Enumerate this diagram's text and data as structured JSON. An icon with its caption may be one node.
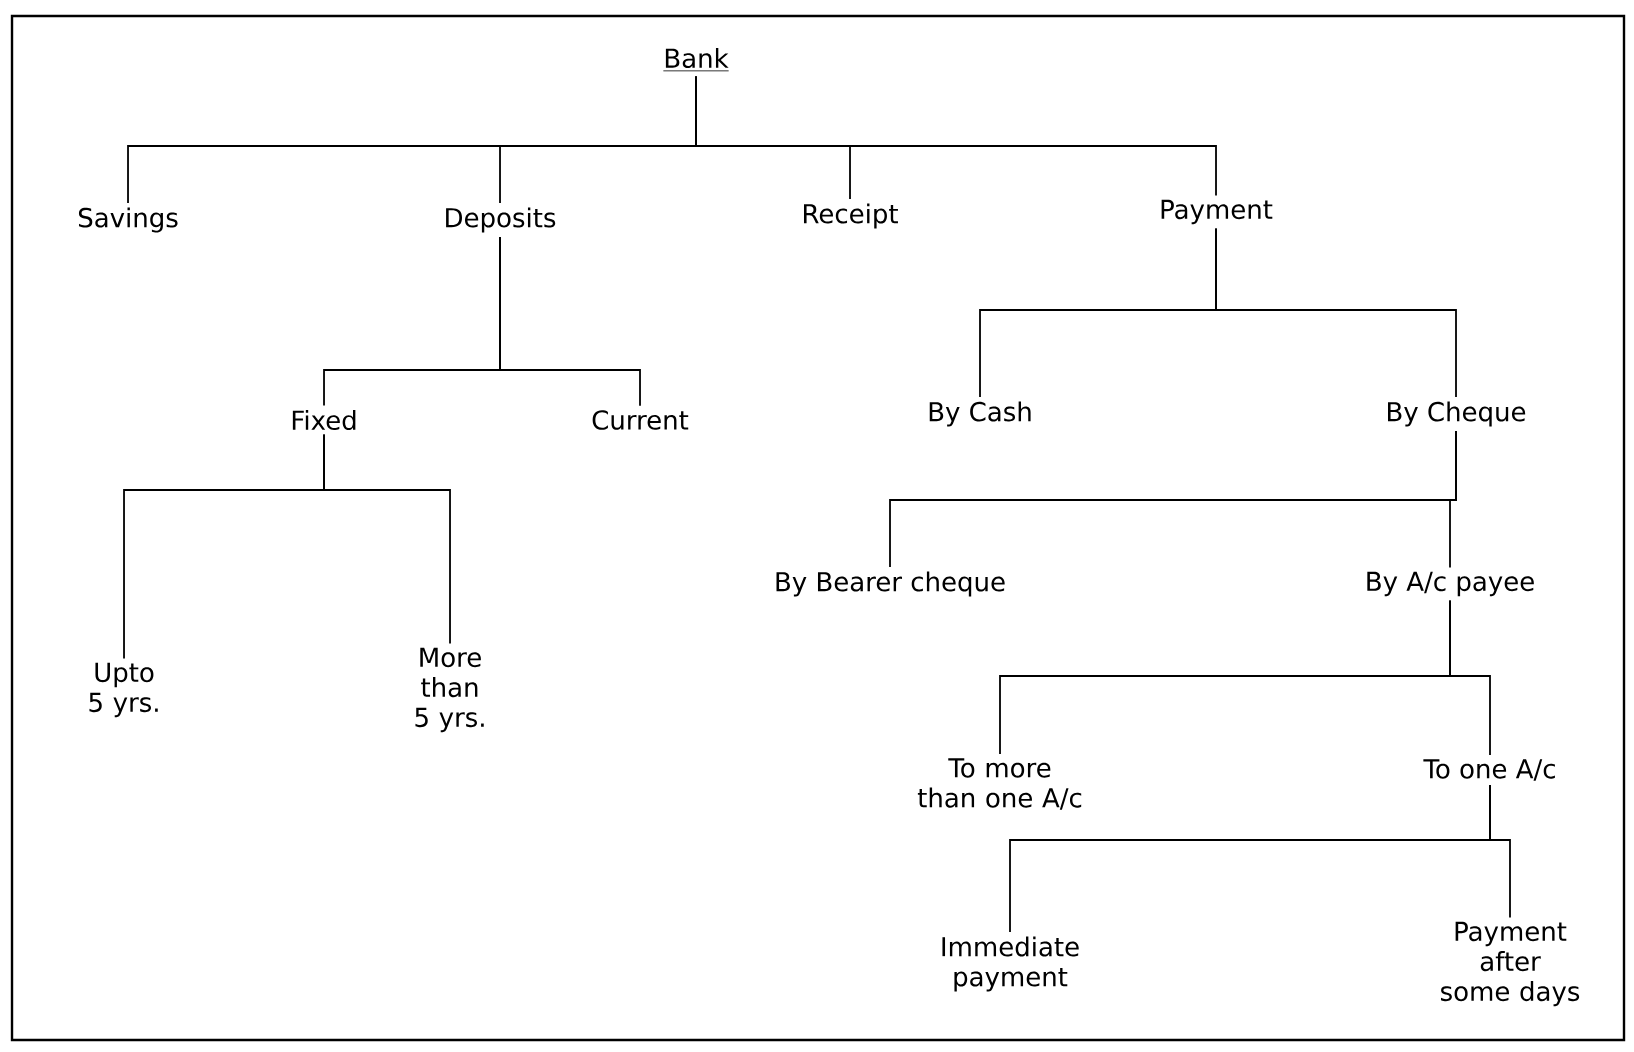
{
  "diagram": {
    "nodes": [
      {
        "text": [
          "Bank"
        ]
      },
      {
        "text": [
          "Savings"
        ]
      },
      {
        "text": [
          "Deposits"
        ]
      },
      {
        "text": [
          "Receipt"
        ]
      },
      {
        "text": [
          "Payment"
        ]
      },
      {
        "text": [
          "Fixed"
        ]
      },
      {
        "text": [
          "Current"
        ]
      },
      {
        "text": [
          "By Cash"
        ]
      },
      {
        "text": [
          "By Cheque"
        ]
      },
      {
        "text": [
          "By Bearer cheque"
        ]
      },
      {
        "text": [
          "By A/c payee"
        ]
      },
      {
        "text": [
          "Upto 5 yrs."
        ]
      },
      {
        "text": [
          "More than 5 yrs."
        ]
      },
      {
        "text": [
          "To more than one A/c"
        ]
      },
      {
        "text": [
          "To one A/c"
        ]
      },
      {
        "text": [
          "Immediate payment"
        ]
      },
      {
        "text": [
          "Payment after some days"
        ]
      }
    ],
    "edges": [
      {
        "from": 0,
        "to": 1,
        "arrow": "none"
      },
      {
        "from": 0,
        "to": 2,
        "arrow": "none"
      },
      {
        "from": 0,
        "to": 3,
        "arrow": "none"
      },
      {
        "from": 0,
        "to": 4,
        "arrow": "none"
      },
      {
        "from": 2,
        "to": 5,
        "arrow": "none"
      },
      {
        "from": 2,
        "to": 6,
        "arrow": "none"
      },
      {
        "from": 4,
        "to": 7,
        "arrow": "none"
      },
      {
        "from": 4,
        "to": 8,
        "arrow": "none"
      },
      {
        "from": 5,
        "to": 11,
        "arrow": "none"
      },
      {
        "from": 5,
        "to": 12,
        "arrow": "none"
      },
      {
        "from": 8,
        "to": 9,
        "arrow": "none"
      },
      {
        "from": 8,
        "to": 10,
        "arrow": "none"
      },
      {
        "from": 10,
        "to": 13,
        "arrow": "none"
      },
      {
        "from": 10,
        "to": 14,
        "arrow": "none"
      },
      {
        "from": 14,
        "to": 15,
        "arrow": "none"
      },
      {
        "from": 14,
        "to": 16,
        "arrow": "none"
      }
    ]
  }
}
